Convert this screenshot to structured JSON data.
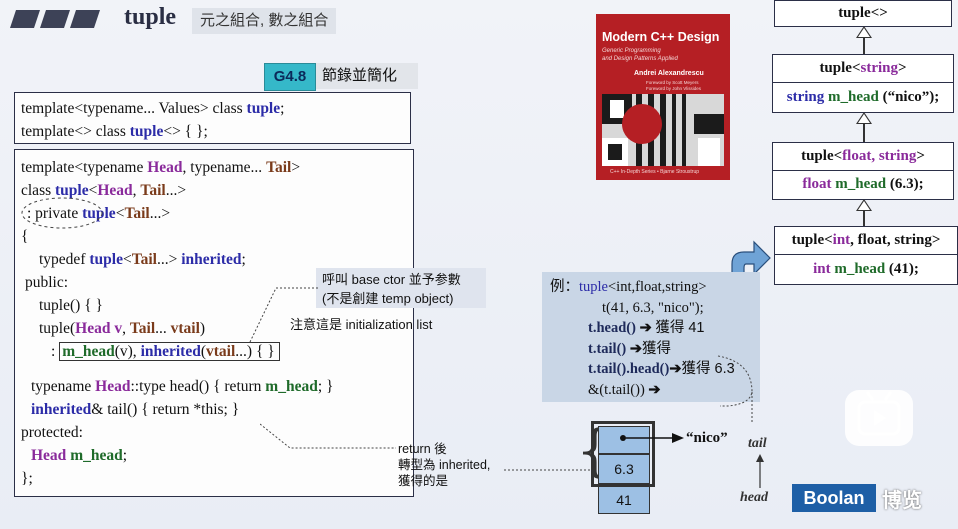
{
  "header": {
    "title": "tuple",
    "subtitle": "元之組合, 數之組合",
    "badge": "G4.8",
    "badge_label": "節錄並簡化"
  },
  "decl_box": {
    "line1_pre": "template<typename... Values> class ",
    "line1_kw": "tuple",
    "line1_post": ";",
    "line2_pre": "template<> class ",
    "line2_kw": "tuple",
    "line2_post": "<> { };"
  },
  "main_code": {
    "l1a": "template<typename ",
    "l1b": "Head",
    "l1c": ", typename... ",
    "l1d": "Tail",
    "l1e": ">",
    "l2a": "class ",
    "l2b": "tuple",
    "l2c": "<",
    "l2d": "Head",
    "l2e": ", ",
    "l2f": "Tail",
    "l2g": "...>",
    "l3a": ": private ",
    "l3b": "tuple",
    "l3c": "<",
    "l3d": "Tail",
    "l3e": "...>",
    "l4": "{",
    "l5a": "typedef ",
    "l5b": "tuple",
    "l5c": "<",
    "l5d": "Tail",
    "l5e": "...> ",
    "l5f": "inherited",
    "l5g": ";",
    "l6": "public:",
    "l7": "tuple() { }",
    "l8a": "tuple(",
    "l8b": "Head v",
    "l8c": ", ",
    "l8d": "Tail",
    "l8e": "... ",
    "l8f": "vtail",
    "l8g": ")",
    "l9a": ": ",
    "l9b": "m_head",
    "l9c": "(v), ",
    "l9d": "inherited",
    "l9e": "(",
    "l9f": "vtail",
    "l9g": "...) { }",
    "l10a": "typename ",
    "l10b": "Head",
    "l10c": "::type head() { return ",
    "l10d": "m_head",
    "l10e": "; }",
    "l11a": "inherited",
    "l11b": "& tail() { return *this; }",
    "l12": "protected:",
    "l13a": "Head",
    "l13b": " m_head",
    "l13c": ";",
    "l14": "};"
  },
  "notes": {
    "callout_line1": "呼叫 base ctor 並予参數",
    "callout_line2": "(不是創建 temp object)",
    "init_note": "注意這是 initialization list",
    "return_note_1": "return 後",
    "return_note_2": "轉型為 inherited,",
    "return_note_3": "獲得的是"
  },
  "book": {
    "title": "Modern C++ Design",
    "subtitle1": "Generic Programming",
    "subtitle2": "and Design Patterns Applied",
    "author": "Andrei Alexandrescu",
    "foreword1": "Foreword by Scott Meyers",
    "foreword2": "Foreword by John Vlissides",
    "series": "C++ In-Depth Series • Bjarne Stroustrup"
  },
  "hierarchy": {
    "top": "tuple<>",
    "b1_title_a": "tuple<",
    "b1_title_b": "string",
    "b1_title_c": ">",
    "b1_member_a": "string ",
    "b1_member_b": "m_head",
    "b1_member_c": " (“nico”);",
    "b2_title_a": "tuple<",
    "b2_title_b": "float, string",
    "b2_title_c": ">",
    "b2_member_a": "float ",
    "b2_member_b": "m_head",
    "b2_member_c": " (6.3);",
    "b3_title_a": "tuple<",
    "b3_title_b": "int",
    "b3_title_c": ", float, string>",
    "b3_member_a": "int ",
    "b3_member_b": "m_head",
    "b3_member_c": " (41);"
  },
  "example": {
    "label": "例：",
    "l1a": "tuple",
    "l1b": "<int,float,string>",
    "l2": "t(41, 6.3, \"nico\");",
    "l3a": "t.head() ",
    "l3b": "獲得 41",
    "l4a": "t.tail() ",
    "l4b": "獲得",
    "l5a": "t.tail().head()",
    "l5b": "獲得 6.3",
    "l6": "&(t.tail()) "
  },
  "memory": {
    "cell_top": "",
    "cell_mid": "6.3",
    "cell_bot": "41",
    "nico": "“nico”",
    "tail": "tail",
    "head": "head"
  },
  "brand": {
    "name": "Boolan",
    "cn": "博览"
  },
  "colors": {
    "accent_blue": "#2c2ca8",
    "purple": "#8a2a9b",
    "brown": "#7a3b1b",
    "green": "#1f6b2a",
    "badge_bg": "#35b8c9",
    "example_bg": "#c9d6e6",
    "brand_bg": "#1e5fa6"
  }
}
